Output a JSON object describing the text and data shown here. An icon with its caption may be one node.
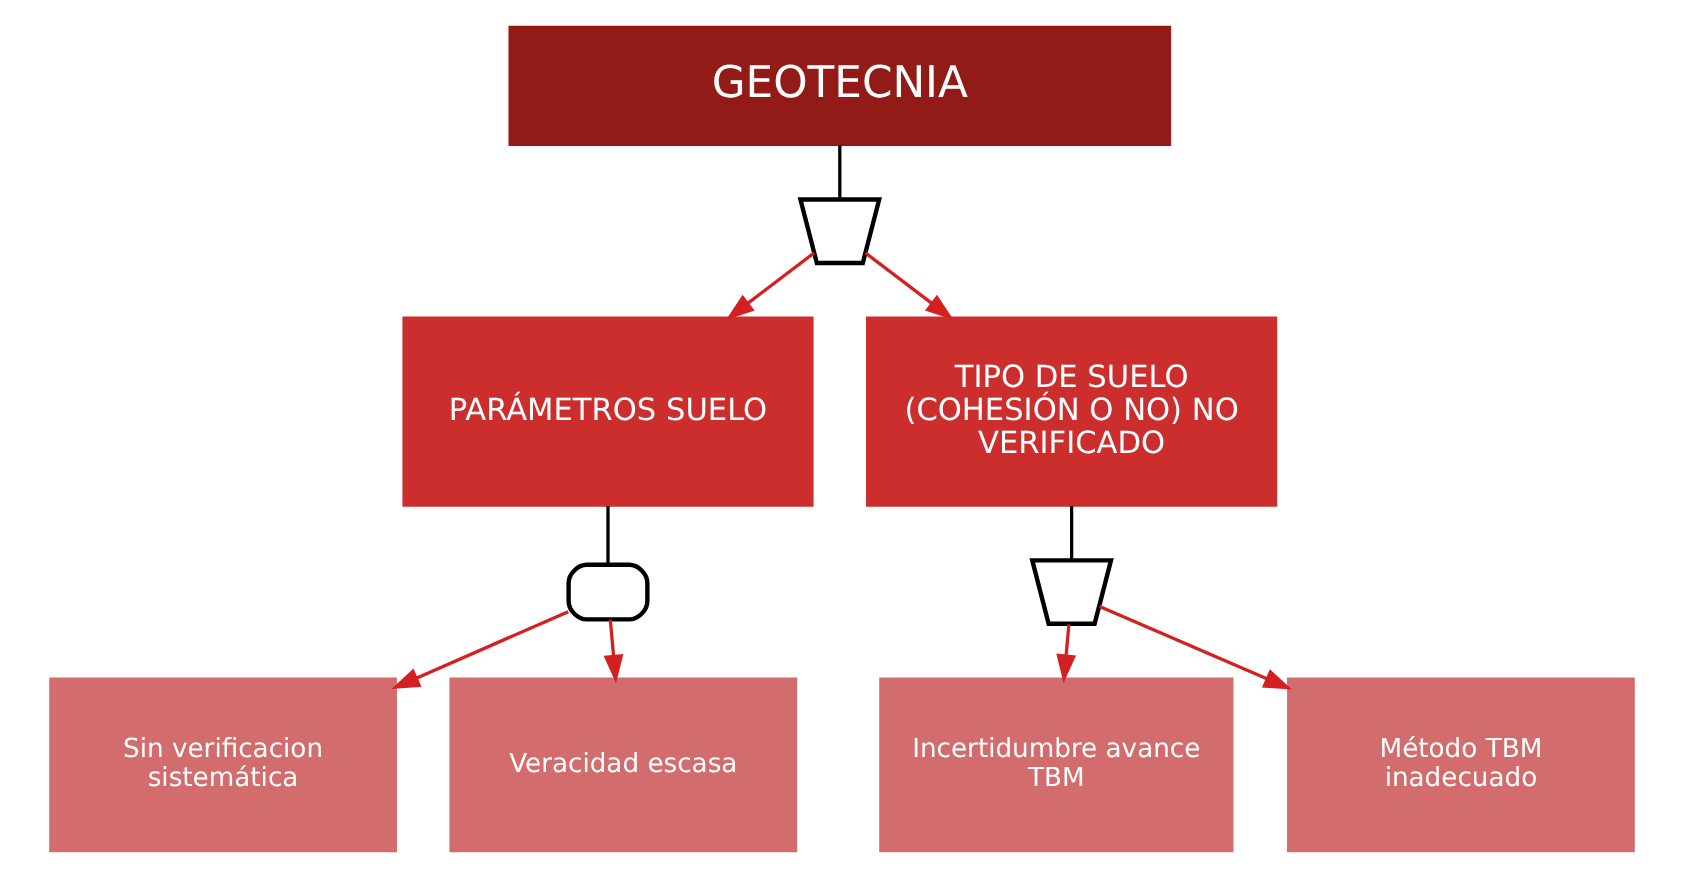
{
  "diagram": {
    "nodes": [
      {
        "text": [
          "GEOTECNIA"
        ]
      },
      {
        "text": [],
        "shape": "or-gate"
      },
      {
        "text": [
          "PARÁMETROS SUELO"
        ]
      },
      {
        "text": [
          "TIPO DE SUELO (COHESIÓN O NO) NO VERIFICADO"
        ]
      },
      {
        "text": [],
        "shape": "and-gate"
      },
      {
        "text": [],
        "shape": "or-gate"
      },
      {
        "text": [
          "Sin verificacion sistemática"
        ]
      },
      {
        "text": [
          "Veracidad escasa"
        ]
      },
      {
        "text": [
          "Incertidumbre avance TBM"
        ]
      },
      {
        "text": [
          "Método TBM inadecuado"
        ]
      }
    ],
    "edges": [
      {
        "from": 0,
        "to": 1,
        "arrow": "none",
        "color": "#000000"
      },
      {
        "from": 1,
        "to": 2,
        "arrow": "to"
      },
      {
        "from": 1,
        "to": 3,
        "arrow": "to"
      },
      {
        "from": 2,
        "to": 4,
        "arrow": "none",
        "color": "#000000"
      },
      {
        "from": 4,
        "to": 6,
        "arrow": "to"
      },
      {
        "from": 4,
        "to": 7,
        "arrow": "to"
      },
      {
        "from": 3,
        "to": 5,
        "arrow": "none",
        "color": "#000000"
      },
      {
        "from": 5,
        "to": 8,
        "arrow": "to"
      },
      {
        "from": 5,
        "to": 9,
        "arrow": "to"
      }
    ]
  }
}
